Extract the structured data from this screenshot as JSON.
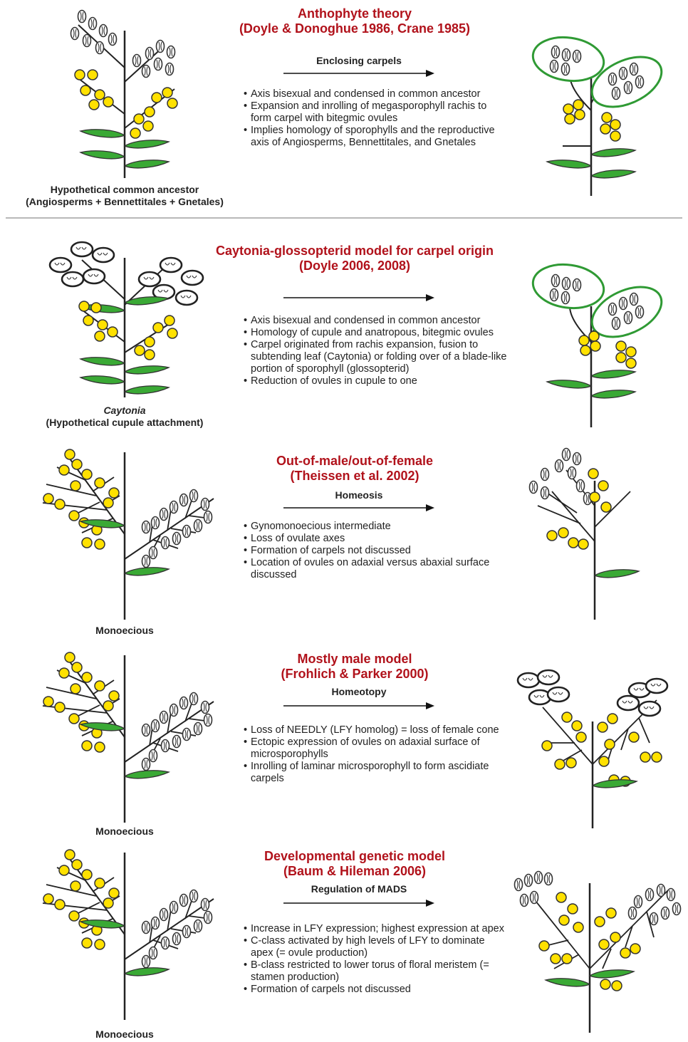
{
  "colors": {
    "title_red": "#b1121b",
    "ovule_yellow": "#ffe100",
    "leaf_green": "#3aa935",
    "carpel_outline": "#2f9a34",
    "divider_gray": "#b8b8b8"
  },
  "panels": [
    {
      "title_line1": "Anthophyte theory",
      "title_line2": "(Doyle & Donoghue 1986, Crane 1985)",
      "process": "Enclosing carpels",
      "bullets": [
        "Axis bisexual and condensed in common ancestor",
        "Expansion and inrolling of megasporophyll rachis to form carpel with bitegmic ovules",
        "Implies homology of sporophylls and the reproductive axis of Angiosperms, Bennettitales, and Gnetales"
      ],
      "caption_line1": "Hypothetical common ancestor",
      "caption_line2": "(Angiosperms + Bennettitales + Gnetales)"
    },
    {
      "title_line1": "Caytonia-glossopterid model for carpel origin",
      "title_line2": "(Doyle 2006, 2008)",
      "process": "",
      "bullets": [
        "Axis bisexual and condensed in common ancestor",
        "Homology of cupule and anatropous, bitegmic ovules",
        "Carpel originated from rachis expansion, fusion to subtending leaf (Caytonia) or folding over of a blade-like portion of sporophyll (glossopterid)",
        "Reduction of ovules in cupule to one"
      ],
      "caption_line1": "Caytonia",
      "caption_line2": "(Hypothetical cupule attachment)"
    },
    {
      "title_line1": "Out-of-male/out-of-female",
      "title_line2": "(Theissen et al. 2002)",
      "process": "Homeosis",
      "bullets": [
        "Gynomonoecious intermediate",
        "Loss of ovulate axes",
        "Formation of carpels not discussed",
        "Location of ovules on adaxial versus abaxial surface discussed"
      ],
      "caption_line1": "Monoecious"
    },
    {
      "title_line1": "Mostly male model",
      "title_line2": "(Frohlich & Parker 2000)",
      "process": "Homeotopy",
      "bullets": [
        "Loss of NEEDLY (LFY homolog) = loss of female cone",
        "Ectopic expression of ovules on adaxial surface of microsporophylls",
        "Inrolling of laminar microsporophyll to form ascidiate carpels"
      ],
      "caption_line1": "Monoecious"
    },
    {
      "title_line1": "Developmental genetic model",
      "title_line2": "(Baum & Hileman 2006)",
      "process": "Regulation of MADS",
      "bullets": [
        "Increase in LFY expression; highest expression at apex",
        "C-class activated by high levels of LFY to dominate apex (= ovule production)",
        "B-class restricted to lower torus of floral meristem (= stamen production)",
        "Formation of carpels not discussed"
      ],
      "caption_line1": "Monoecious"
    }
  ]
}
